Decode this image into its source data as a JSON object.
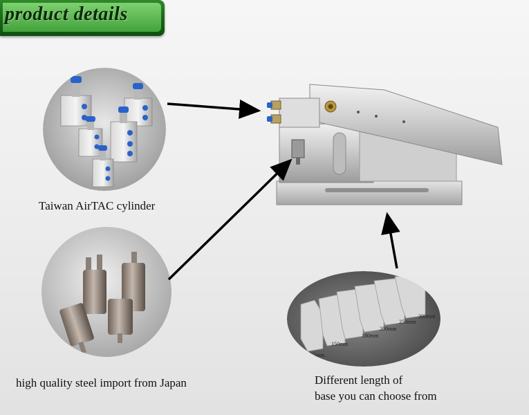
{
  "header": {
    "title": "product details"
  },
  "captions": {
    "cylinder": "Taiwan AirTAC cylinder",
    "steel": "high quality steel import from Japan",
    "base_line1": "Different length of",
    "base_line2": "base you can choose from"
  },
  "base_lengths": [
    "55mm",
    "150mm",
    "180mm",
    "200mm",
    "250mm",
    "300mm"
  ],
  "colors": {
    "banner_green": "#1d6b1a",
    "banner_light": "#7ed170",
    "cylinder_fitting_blue": "#2a62c9",
    "arrow": "#000000"
  }
}
